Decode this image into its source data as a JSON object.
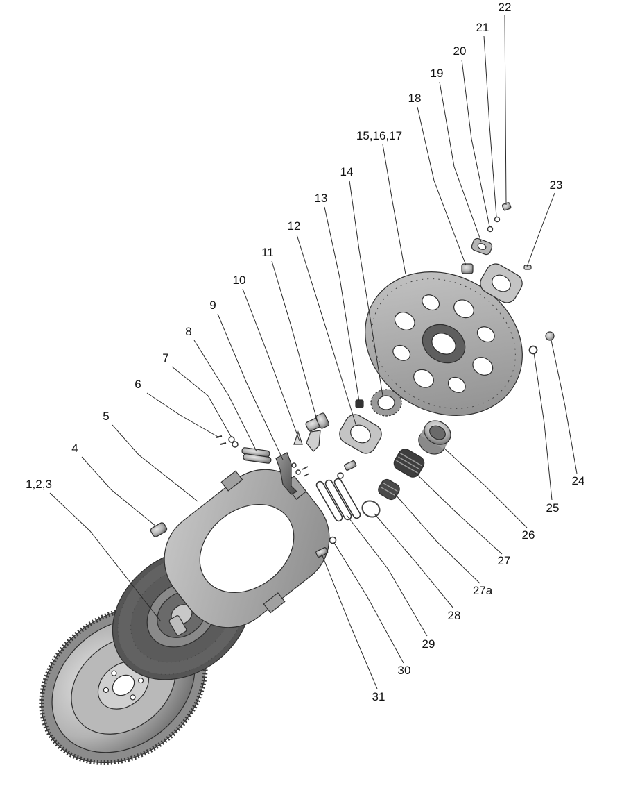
{
  "labels": {
    "l1_2_3": "1,2,3",
    "l4": "4",
    "l5": "5",
    "l6": "6",
    "l7": "7",
    "l8": "8",
    "l9": "9",
    "l10": "10",
    "l11": "11",
    "l12": "12",
    "l13": "13",
    "l14": "14",
    "l15_16_17": "15,16,17",
    "l18": "18",
    "l19": "19",
    "l20": "20",
    "l21": "21",
    "l22": "22",
    "l23": "23",
    "l24": "24",
    "l25": "25",
    "l26": "26",
    "l27": "27",
    "l27a": "27a",
    "l28": "28",
    "l29": "29",
    "l30": "30",
    "l31": "31"
  },
  "colors": {
    "metal_light": "#d6d6d6",
    "metal_mid": "#a9a9a9",
    "metal_dark": "#6e6e6e",
    "outline": "#2e2e2e"
  }
}
